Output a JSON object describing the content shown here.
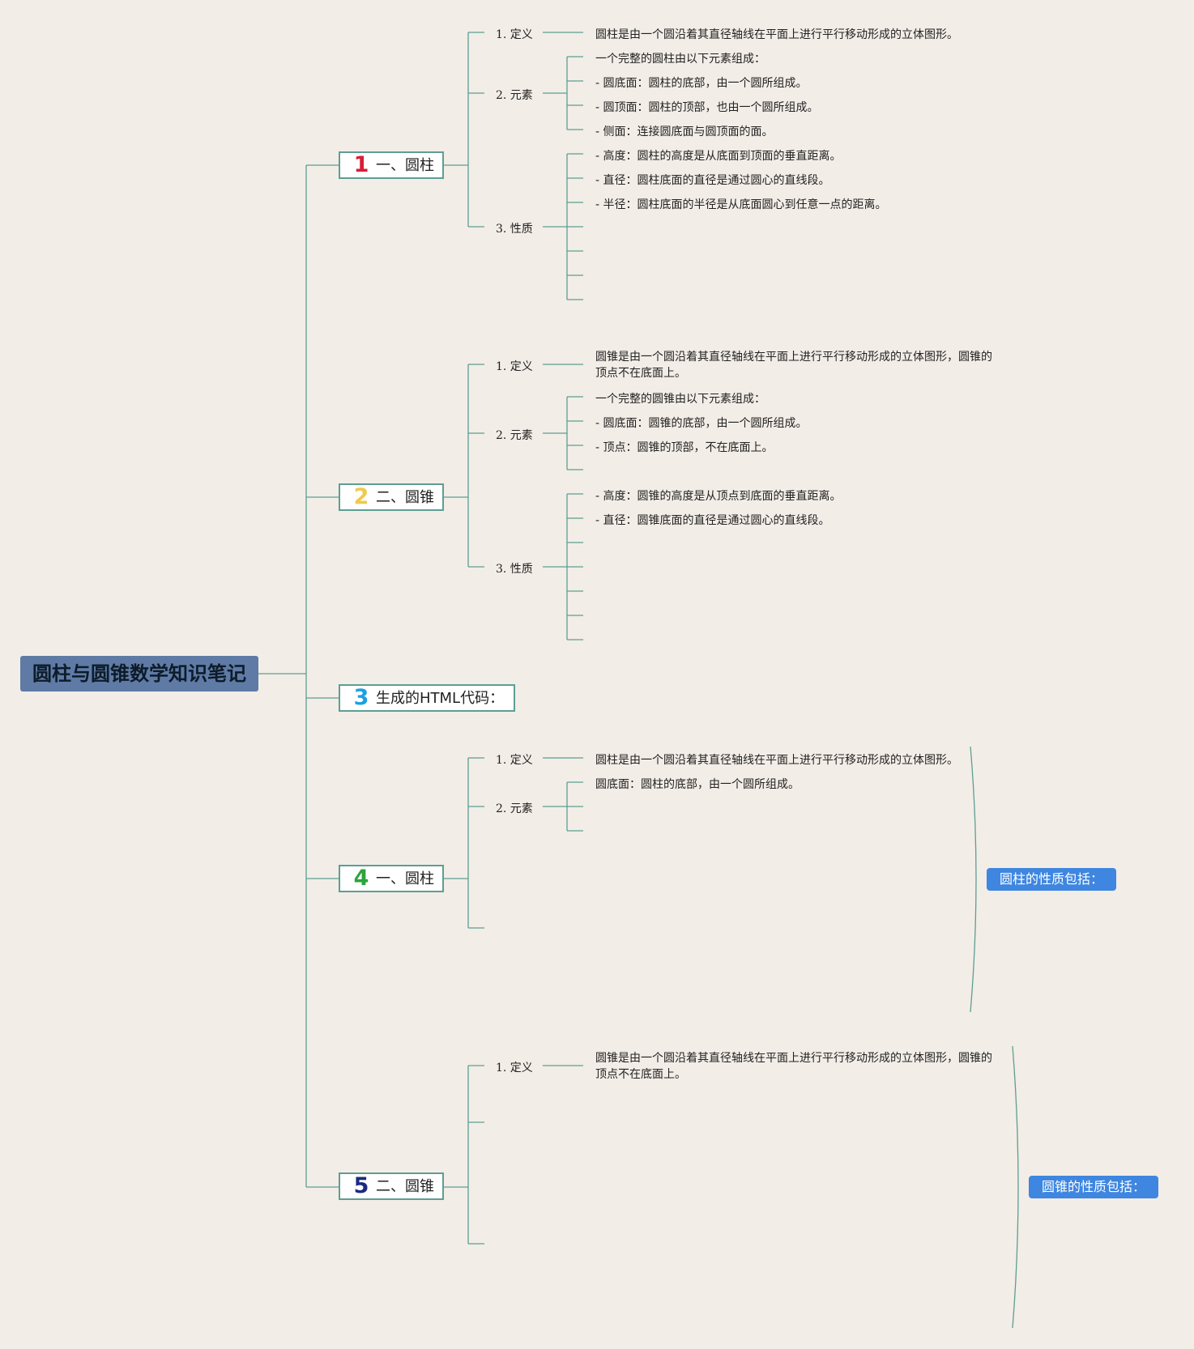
{
  "root": {
    "title": "圆柱与圆锥数学知识笔记"
  },
  "colors": {
    "connector": "#5d9e93",
    "root_bg": "#5f7ba5",
    "summary_bg": "#3e86e0",
    "background": "#f2ede7"
  },
  "topics": [
    {
      "number": "1",
      "number_color": "#d81e35",
      "label": "一、圆柱"
    },
    {
      "number": "2",
      "number_color": "#f2c94c",
      "label": "二、圆锥"
    },
    {
      "number": "3",
      "number_color": "#1ba1e2",
      "label": "生成的HTML代码："
    },
    {
      "number": "4",
      "number_color": "#2aa43c",
      "label": "一、圆柱"
    },
    {
      "number": "5",
      "number_color": "#1a2a80",
      "label": "二、圆锥"
    }
  ],
  "t1": {
    "def_label": "1. 定义",
    "def_text": "圆柱是由一个圆沿着其直径轴线在平面上进行平行移动形成的立体图形。",
    "elem_label": "2. 元素",
    "elem_items": [
      "一个完整的圆柱由以下元素组成：",
      "- 圆底面：圆柱的底部，由一个圆所组成。",
      "- 圆顶面：圆柱的顶部，也由一个圆所组成。",
      "- 侧面：连接圆底面与圆顶面的面。"
    ],
    "prop_label": "3. 性质",
    "prop_items": [
      "- 高度：圆柱的高度是从底面到顶面的垂直距离。",
      "- 直径：圆柱底面的直径是通过圆心的直线段。",
      "- 半径：圆柱底面的半径是从底面圆心到任意一点的距离。"
    ]
  },
  "t2": {
    "def_label": "1. 定义",
    "def_text": "圆锥是由一个圆沿着其直径轴线在平面上进行平行移动形成的立体图形，圆锥的顶点不在底面上。",
    "elem_label": "2. 元素",
    "elem_items": [
      "一个完整的圆锥由以下元素组成：",
      "- 圆底面：圆锥的底部，由一个圆所组成。",
      "- 顶点：圆锥的顶部，不在底面上。"
    ],
    "prop_label": "3. 性质",
    "prop_items": [
      "- 高度：圆锥的高度是从顶点到底面的垂直距离。",
      "- 直径：圆锥底面的直径是通过圆心的直线段。"
    ]
  },
  "t4": {
    "def_label": "1. 定义",
    "def_text": "圆柱是由一个圆沿着其直径轴线在平面上进行平行移动形成的立体图形。",
    "elem_label": "2. 元素",
    "elem_items": [
      "圆底面：圆柱的底部，由一个圆所组成。"
    ],
    "summary": "圆柱的性质包括："
  },
  "t5": {
    "def_label": "1. 定义",
    "def_text": "圆锥是由一个圆沿着其直径轴线在平面上进行平行移动形成的立体图形，圆锥的顶点不在底面上。",
    "summary": "圆锥的性质包括："
  }
}
